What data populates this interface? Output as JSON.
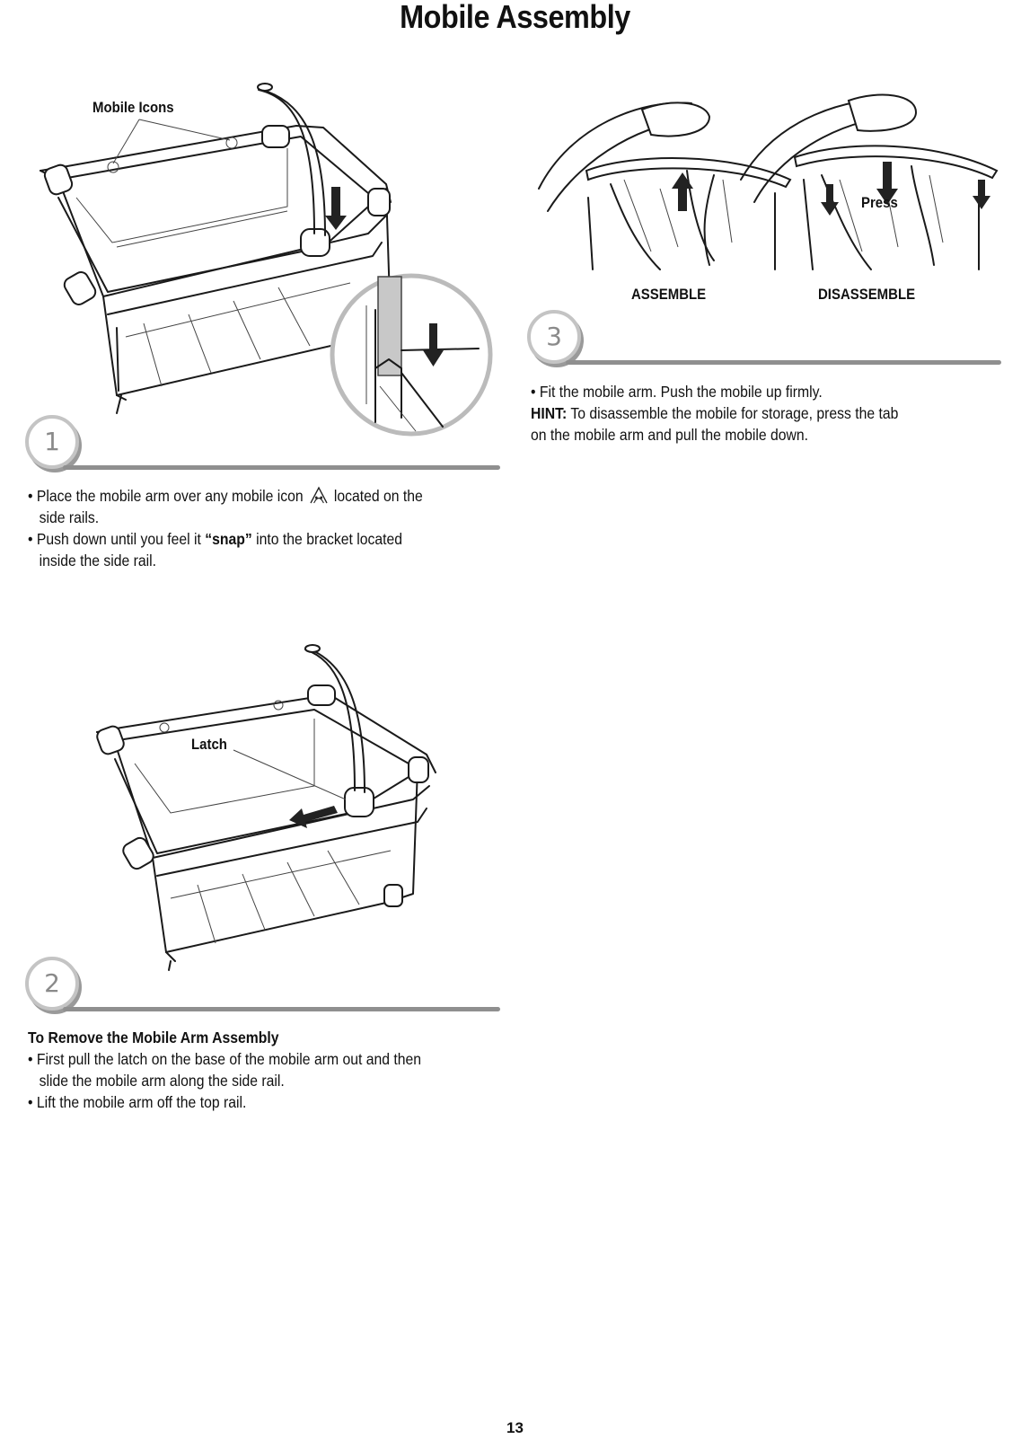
{
  "page_title": "Mobile Assembly",
  "page_number": "13",
  "step1": {
    "number": "1",
    "callout": "Mobile Icons",
    "bullets": [
      {
        "before_icon": "• Place the mobile arm over any mobile icon",
        "after_icon": "located on the",
        "continuation": "side rails."
      },
      {
        "before_bold": "• Push down until you feel it ",
        "bold": "“snap”",
        "after_bold": " into the bracket located",
        "continuation": "inside the side rail."
      }
    ],
    "icon": "mobile-icon"
  },
  "step2": {
    "number": "2",
    "callout": "Latch",
    "heading": "To Remove the Mobile Arm Assembly",
    "bullets": [
      {
        "line": "• First pull the latch on the base of the mobile arm out and then",
        "continuation": "slide the mobile arm along the side rail."
      },
      {
        "line": "• Lift the mobile arm off the top rail.",
        "continuation": ""
      }
    ]
  },
  "step3": {
    "number": "3",
    "label_assemble": "ASSEMBLE",
    "label_disassemble": "DISASSEMBLE",
    "label_press": "Press",
    "line1": "• Fit the mobile arm. Push the mobile up firmly.",
    "hint_label": "HINT:",
    "hint_text": " To disassemble the mobile for storage, press the tab",
    "hint_continuation": "on the mobile arm and pull the mobile down."
  },
  "colors": {
    "step_circle_border": "#c4c4c4",
    "step_bar": "#8f8f8f",
    "line_art": "#1a1a1a"
  }
}
